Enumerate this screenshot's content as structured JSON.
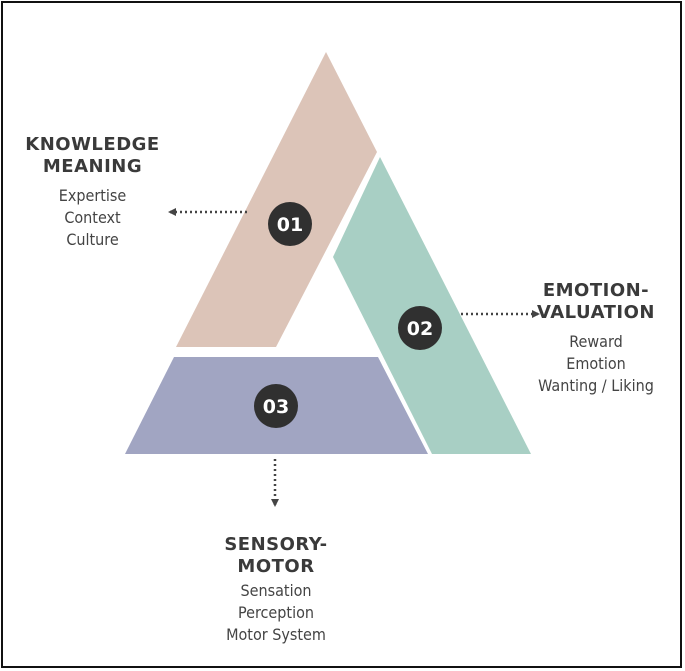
{
  "diagram": {
    "colors": {
      "knowledge": "#dcc4b8",
      "emotion": "#a8cfc4",
      "sensory": "#a1a5c2",
      "badge": "#303030",
      "badge_text": "#ffffff",
      "arrow": "#444444"
    },
    "knowledge": {
      "number": "01",
      "title": [
        "KNOWLEDGE",
        "MEANING"
      ],
      "items": [
        "Expertise",
        "Context",
        "Culture"
      ]
    },
    "emotion": {
      "number": "02",
      "title": [
        "EMOTION-",
        "VALUATION"
      ],
      "items": [
        "Reward",
        "Emotion",
        "Wanting / Liking"
      ]
    },
    "sensory": {
      "number": "03",
      "title": [
        "SENSORY-",
        "MOTOR"
      ],
      "items": [
        "Sensation",
        "Perception",
        "Motor System"
      ]
    }
  }
}
